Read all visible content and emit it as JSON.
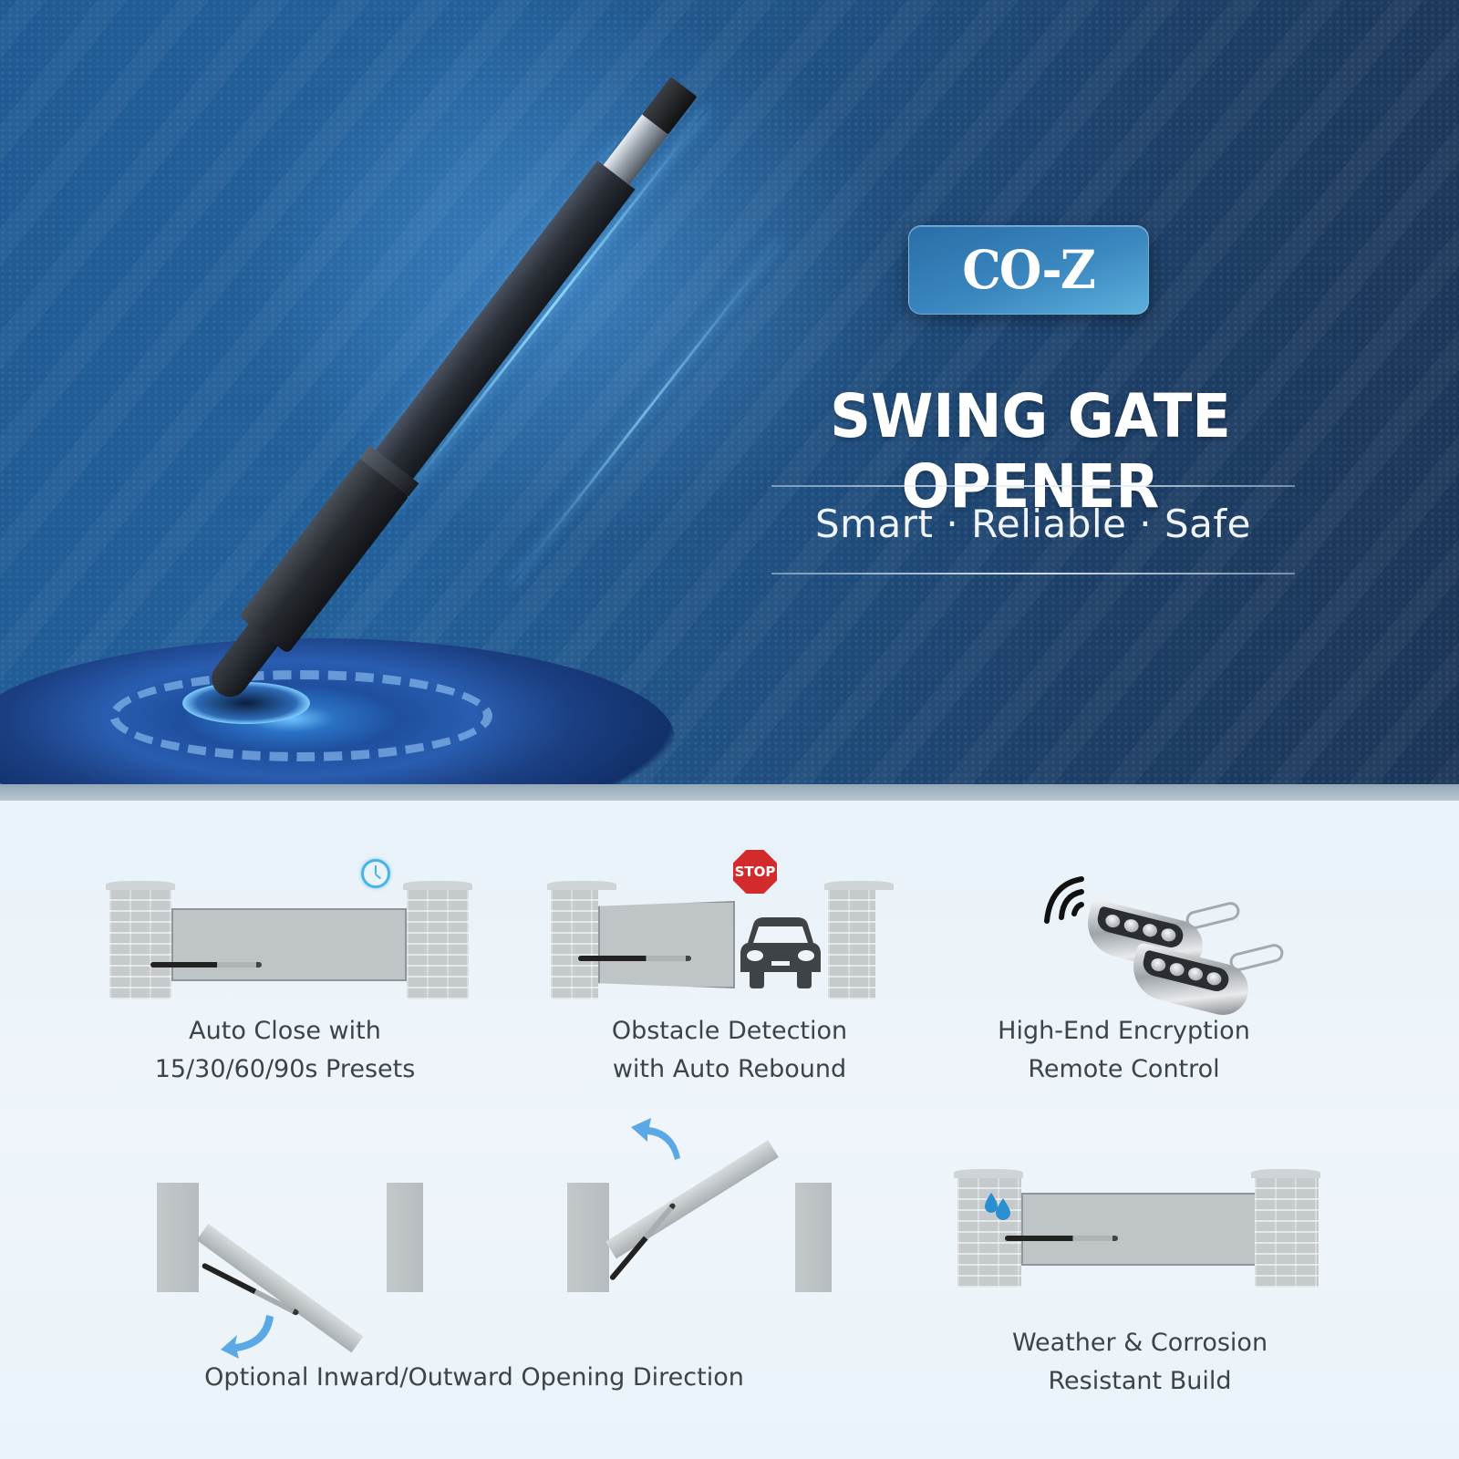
{
  "hero": {
    "brand": "CO-Z",
    "title": "SWING GATE OPENER",
    "tagline": "Smart · Reliable · Safe",
    "product_icon": "linear-actuator-icon",
    "colors": {
      "background_dark": "#1b3556",
      "background_mid": "#23609a",
      "badge": "#3b87bf",
      "title_text": "#ffffff"
    }
  },
  "features": {
    "items": [
      {
        "id": "auto-close",
        "icon": "clock-icon",
        "line1": "Auto Close with",
        "line2": "15/30/60/90s Presets"
      },
      {
        "id": "obstacle-detection",
        "icon": "stop-sign-icon",
        "badge_text": "STOP",
        "line1": "Obstacle Detection",
        "line2": "with Auto Rebound"
      },
      {
        "id": "remote-control",
        "icon": "remote-control-icon",
        "line1": "High-End Encryption",
        "line2": "Remote Control"
      },
      {
        "id": "opening-direction",
        "icon": "swing-arrow-icon",
        "line1": "Optional Inward/Outward Opening Direction"
      },
      {
        "id": "weather-resistant",
        "icon": "water-drops-icon",
        "line1": "Weather & Corrosion",
        "line2": "Resistant Build"
      }
    ],
    "colors": {
      "label_text": "#3c4447",
      "accent_blue": "#46b4e6",
      "stop_red": "#d32b2b",
      "background": "#eef4f9"
    }
  }
}
